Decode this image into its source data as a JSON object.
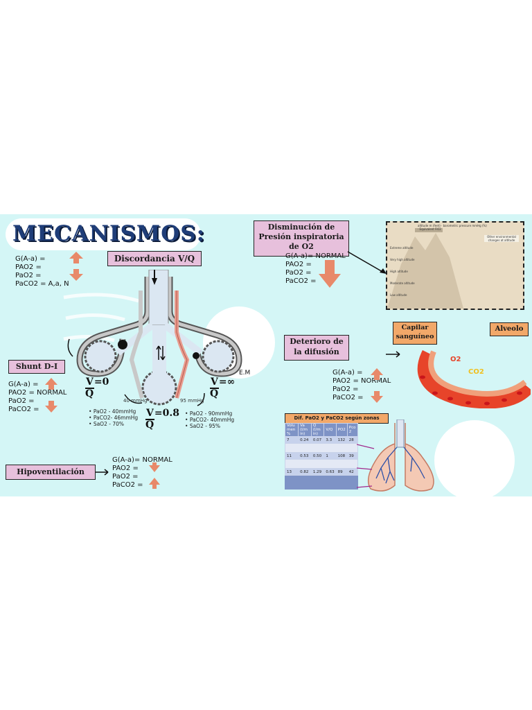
{
  "title": "MECANISMOS:",
  "colors": {
    "panel": "#d4f6f6",
    "accent_orange": "#f2a869",
    "label_pink": "#e7c0dc",
    "arrow_orange": "#e8896a",
    "title_blue": "#1f3d78"
  },
  "discordancia": {
    "label": "Discordancia V/Q",
    "lines": [
      "G(A-a) =",
      "PAO2  =",
      "PaO2  =",
      "PaCO2 = A,a, N"
    ]
  },
  "shunt": {
    "label": "Shunt D-I",
    "lines": [
      "G(A-a) =",
      "PAO2  = NORMAL",
      "PaO2  =",
      "PaCO2 ="
    ]
  },
  "vq_values": {
    "left": {
      "num": "V",
      "top": "=0",
      "den": "Q"
    },
    "mid": {
      "num": "V",
      "top": "=0.8",
      "den": "Q"
    },
    "right": {
      "num": "V",
      "top": "=∞",
      "den": "Q"
    }
  },
  "diagram_labels": {
    "left_mmhg": "40 mmHg",
    "right_mmhg": "95 mmHg",
    "em": "E.M"
  },
  "bullets_left": [
    "PaO2 - 40mmHg",
    "PaCO2- 46mmHg",
    "SaO2 - 70%"
  ],
  "bullets_right": [
    "PaO2 - 90mmHg",
    "PaCO2- 40mmHg",
    "SaO2 - 95%"
  ],
  "hipoventilacion": {
    "label": "Hipoventilación",
    "lines": [
      "G(A-a)= NORMAL",
      "PAO2  =",
      "PaO2  =",
      "PaCO2 ="
    ]
  },
  "presion": {
    "label": "Disminución de Presión inspiratoria de O2",
    "lines": [
      "G(A-a)= NORMAL",
      "PAO2  =",
      "PaO2  =",
      "PaCO2 ="
    ]
  },
  "difusion": {
    "label": "Deterioro de la difusión",
    "lines": [
      "G(A-a) =",
      "PAO2  = NORMAL",
      "PaO2  =",
      "PaCO2 ="
    ]
  },
  "capilar": {
    "label": "Capilar sanguíneo",
    "alveolo": "Alveolo",
    "o2": "O2",
    "co2": "CO2"
  },
  "zonas": {
    "title": "Dif. PaO2 y PaCO2 según zonas",
    "headers": [
      "Volu men %",
      "Va (l/m in)",
      "Q (l/m in)",
      "V/Q",
      "PO2",
      "Pco 2"
    ],
    "rows": [
      [
        "7",
        "0.24",
        "0.07",
        "3.3",
        "132",
        "28"
      ],
      [
        "11",
        "0.53",
        "0.50",
        "1",
        "108",
        "39"
      ],
      [
        "13",
        "0.82",
        "1.29",
        "0.63",
        "89",
        "42"
      ]
    ]
  },
  "altitude": {
    "headers": [
      "altitude m (feet)",
      "barometric pressure mmHg (%)",
      "Equivalent FiO2"
    ],
    "zones": [
      "Extreme altitude",
      "Very high altitude",
      "High altitude",
      "Moderate altitude",
      "Low altitude"
    ],
    "side_title": "Other environmental changes at altitude"
  }
}
